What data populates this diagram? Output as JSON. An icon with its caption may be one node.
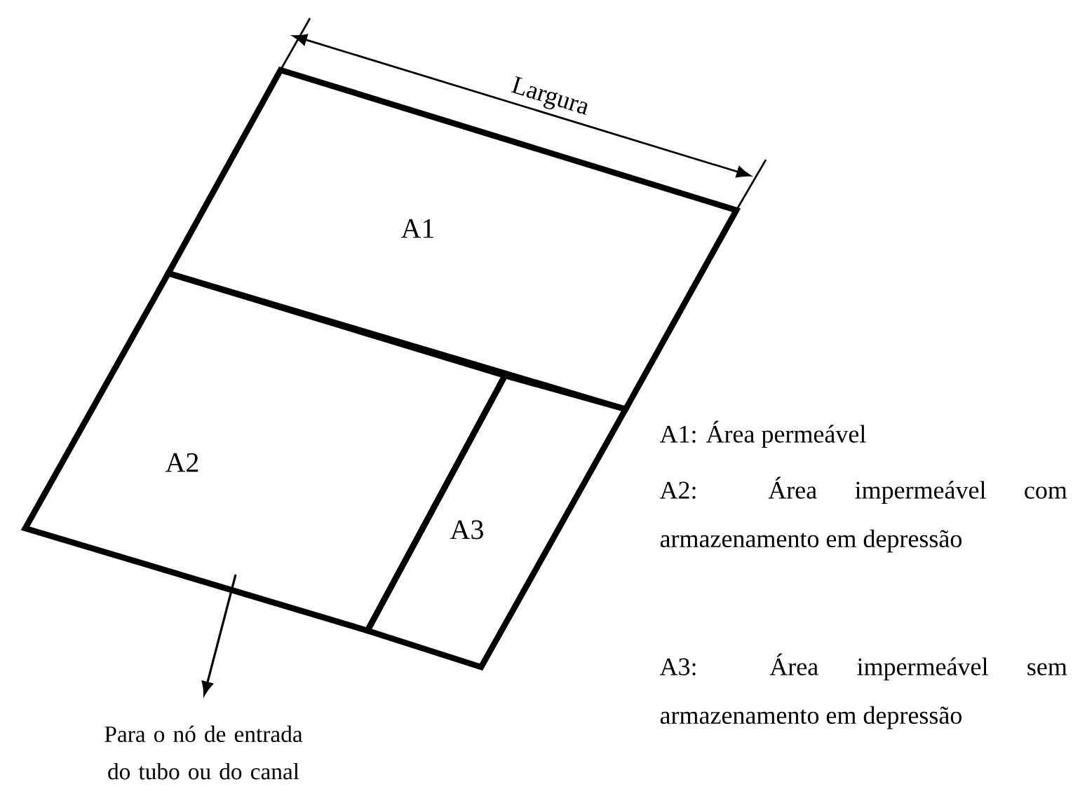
{
  "diagram": {
    "nodes": [
      {
        "text": [
          "A1"
        ]
      },
      {
        "text": [
          "A2"
        ]
      },
      {
        "text": [
          "A3"
        ]
      },
      {
        "text": [
          "Para o nó de entrada do tubo ou do canal"
        ]
      }
    ],
    "edges": [
      {
        "from": 1,
        "to": 3,
        "arrow": "to"
      }
    ],
    "labels": [
      "Largura",
      "A1: Área permeável",
      "A2: Área impermeável com armazenamento em depressão",
      "A3: Área impermeável sem armazenamento em depressão"
    ]
  }
}
